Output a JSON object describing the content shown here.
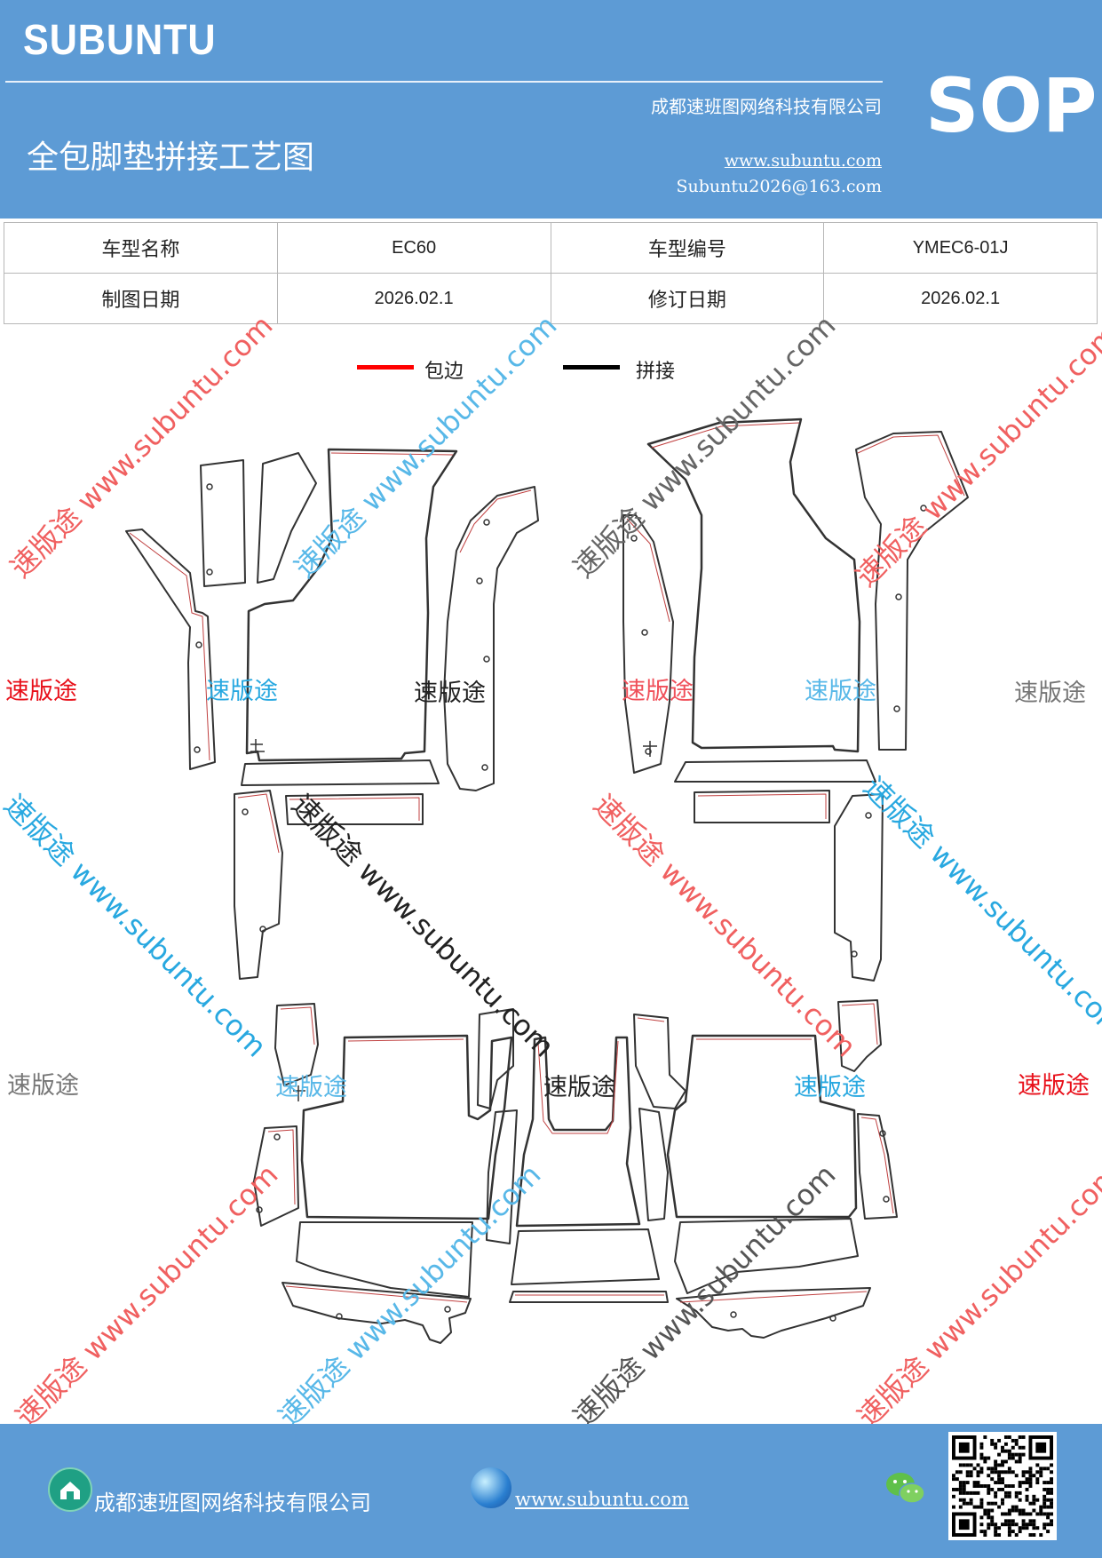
{
  "header": {
    "logo": "SUBUNTU",
    "company": "成都速班图网络科技有限公司",
    "title": "全包脚垫拼接工艺图",
    "website": "www.subuntu.com",
    "email": "Subuntu2026@163.com",
    "sop": "SOP"
  },
  "info_table": {
    "model_name_label": "车型名称",
    "model_name": "EC60",
    "model_code_label": "车型编号",
    "model_code": "YMEC6-01J",
    "draw_date_label": "制图日期",
    "draw_date": "2026.02.1",
    "revise_date_label": "修订日期",
    "revise_date": "2026.02.1"
  },
  "legend": {
    "edge_label": "包边",
    "edge_color": "#ff0000",
    "splice_label": "拼接",
    "splice_color": "#000000"
  },
  "watermark": {
    "brand": "速版途",
    "text": "速版途 www.subuntu.com"
  },
  "footer": {
    "company": "成都速班图网络科技有限公司",
    "website": "www.subuntu.com"
  },
  "icons": {
    "company": "home-badge-icon",
    "web": "globe-icon",
    "wechat": "wechat-icon",
    "qr": "qr-code"
  }
}
